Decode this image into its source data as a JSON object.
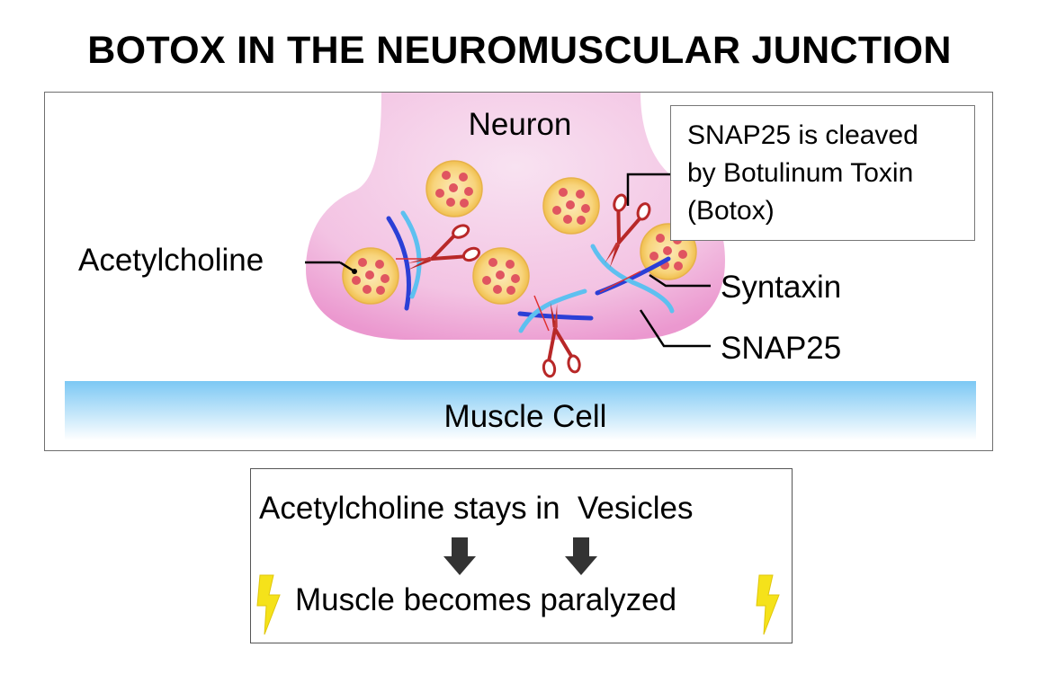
{
  "title": "BOTOX IN THE NEUROMUSCULAR JUNCTION",
  "diagram": {
    "labels": {
      "neuron": "Neuron",
      "acetylcholine": "Acetylcholine",
      "syntaxin": "Syntaxin",
      "snap25": "SNAP25",
      "muscle_cell": "Muscle Cell"
    },
    "note": {
      "line1": "SNAP25 is cleaved",
      "line2": "by Botulinum Toxin",
      "line3": "(Botox)"
    }
  },
  "summary": {
    "line1": "Acetylcholine stays in  Vesicles",
    "line2": "Muscle becomes paralyzed"
  },
  "colors": {
    "neuron_pink": "#f0a8d6",
    "vesicle_fill": "#f7d47a",
    "vesicle_dot": "#e05560",
    "syntaxin_blue": "#2b3fd6",
    "snap25_light_blue": "#5dc0f0",
    "scissors_red": "#b82828",
    "muscle_blue": "#8fd0f5",
    "arrow_dark": "#333333",
    "lightning_yellow": "#f5e21a"
  },
  "icons": [
    "scissors-icon",
    "down-arrow-icon",
    "lightning-icon"
  ]
}
